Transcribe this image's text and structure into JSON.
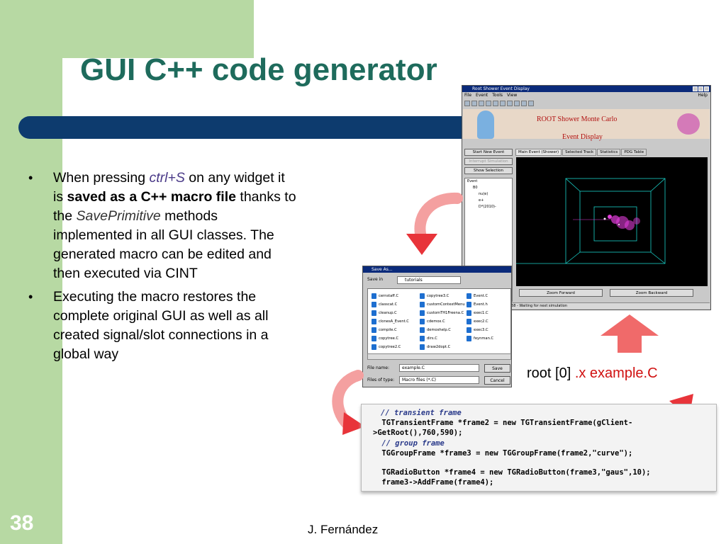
{
  "slide": {
    "title": "GUI C++ code generator",
    "page_number": "38",
    "author": "J. Fernández"
  },
  "bullets": {
    "b1": {
      "p1": "When pressing ",
      "ctrl": "ctrl+S",
      "p2": " on any widget it is ",
      "bold": "saved as a C++ macro file",
      "p3": " thanks to the ",
      "savep": "SavePrimitive",
      "p4": " methods implemented in all GUI classes. The generated macro can be edited and then executed via CINT"
    },
    "b2": "Executing the macro restores the complete original GUI as well as all created signal/slot connections in a global way"
  },
  "command": {
    "prompt": "root [0] ",
    "cmd": ".x example.C"
  },
  "event_window": {
    "title": "Root Shower Event Display",
    "menu": [
      "File",
      "Event",
      "Tools",
      "View"
    ],
    "help": "Help",
    "header_line1": "ROOT Shower Monte Carlo",
    "header_line2": "Event Display",
    "buttons": [
      "Start New Event",
      "Interrupt Simulation",
      "Show Selection"
    ],
    "tree": [
      "Event",
      "B0",
      "nu(e)",
      "e+",
      "D*(2010)-"
    ],
    "tabs": [
      "Main Event (Shower)",
      "Selected Track",
      "Statistics",
      "PDG Table"
    ],
    "zoom_forward": "Zoom Forward",
    "zoom_backward": "Zoom Backward",
    "status": "Done - Total particles : 2858 - Waiting for next simulation"
  },
  "save_dialog": {
    "title": "Save As...",
    "save_in_label": "Save in",
    "folder": "tutorials",
    "files_col1": [
      "cernstaff.C",
      "classcat.C",
      "cleanup.C",
      "clonesA_Event.C",
      "compile.C",
      "copytree.C",
      "copytree2.C"
    ],
    "files_col2": [
      "copytree3.C",
      "customContextMenu",
      "customTH1Freena.C",
      "cdemox.C",
      "demoshelp.C",
      "dirs.C",
      "draw2dopt.C"
    ],
    "files_col3": [
      "Event.C",
      "Event.h",
      "exec1.C",
      "exec2.C",
      "exec3.C",
      "feynman.C"
    ],
    "file_name_label": "File name:",
    "file_name": "example.C",
    "files_type_label": "Files of type:",
    "files_type": "Macro files (*.C)",
    "save_button": "Save",
    "cancel_button": "Cancel"
  },
  "code": {
    "l1": "// transient frame",
    "l2": " TGTransientFrame *frame2 = new TGTransientFrame(gClient-",
    "l3": ">GetRoot(),760,590);",
    "l4": " // group frame",
    "l5": " TGGroupFrame *frame3 = new TGGroupFrame(frame2,\"curve\");",
    "l6": " TGRadioButton *frame4 = new TGRadioButton(frame3,\"gaus\",10);",
    "l7": " frame3->AddFrame(frame4);"
  },
  "colors": {
    "title": "#1e6b5c",
    "green_band": "#b7d9a3",
    "blue_bar": "#0d3b6e",
    "command_red": "#d01010"
  }
}
